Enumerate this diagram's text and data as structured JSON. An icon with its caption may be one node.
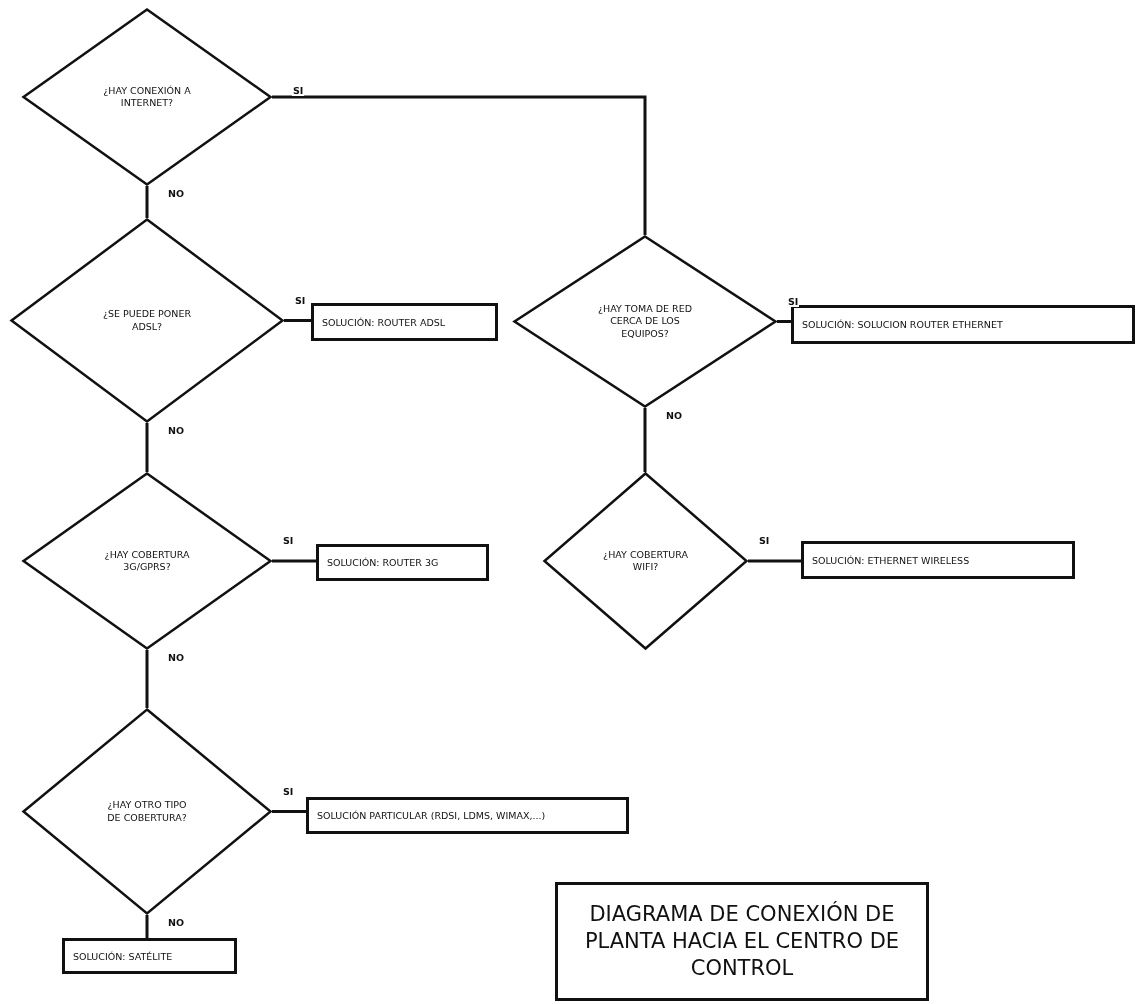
{
  "diagram": {
    "title": "DIAGRAMA DE CONEXIÓN DE PLANTA HACIA EL CENTRO DE CONTROL",
    "nodes": [
      {
        "text": [
          "¿HAY CONEXIÓN A INTERNET?"
        ]
      },
      {
        "text": [
          "¿SE PUEDE PONER ADSL?"
        ]
      },
      {
        "text": [
          "SOLUCIÓN: ROUTER ADSL"
        ]
      },
      {
        "text": [
          "¿HAY COBERTURA 3G/GPRS?"
        ]
      },
      {
        "text": [
          "SOLUCIÓN: ROUTER 3G"
        ]
      },
      {
        "text": [
          "¿HAY OTRO TIPO DE COBERTURA?"
        ]
      },
      {
        "text": [
          "SOLUCIÓN PARTICULAR (RDSI, LDMS, WIMAX,...)"
        ]
      },
      {
        "text": [
          "SOLUCIÓN: SATÉLITE"
        ]
      },
      {
        "text": [
          "¿HAY TOMA DE RED CERCA DE LOS EQUIPOS?"
        ]
      },
      {
        "text": [
          "SOLUCIÓN: SOLUCION ROUTER ETHERNET"
        ]
      },
      {
        "text": [
          "¿HAY COBERTURA WIFI?"
        ]
      },
      {
        "text": [
          "SOLUCIÓN: ETHERNET WIRELESS"
        ]
      }
    ],
    "edges": [
      {
        "from": 0,
        "to": 8,
        "arrow": "none",
        "label": "SI"
      },
      {
        "from": 0,
        "to": 1,
        "arrow": "none",
        "label": "NO"
      },
      {
        "from": 1,
        "to": 2,
        "arrow": "none",
        "label": "SI"
      },
      {
        "from": 1,
        "to": 3,
        "arrow": "none",
        "label": "NO"
      },
      {
        "from": 3,
        "to": 4,
        "arrow": "none",
        "label": "SI"
      },
      {
        "from": 3,
        "to": 5,
        "arrow": "none",
        "label": "NO"
      },
      {
        "from": 5,
        "to": 6,
        "arrow": "none",
        "label": "SI"
      },
      {
        "from": 5,
        "to": 7,
        "arrow": "none",
        "label": "NO"
      },
      {
        "from": 8,
        "to": 9,
        "arrow": "none",
        "label": "SI"
      },
      {
        "from": 8,
        "to": 10,
        "arrow": "none",
        "label": "NO"
      },
      {
        "from": 10,
        "to": 11,
        "arrow": "none",
        "label": "SI"
      }
    ]
  }
}
